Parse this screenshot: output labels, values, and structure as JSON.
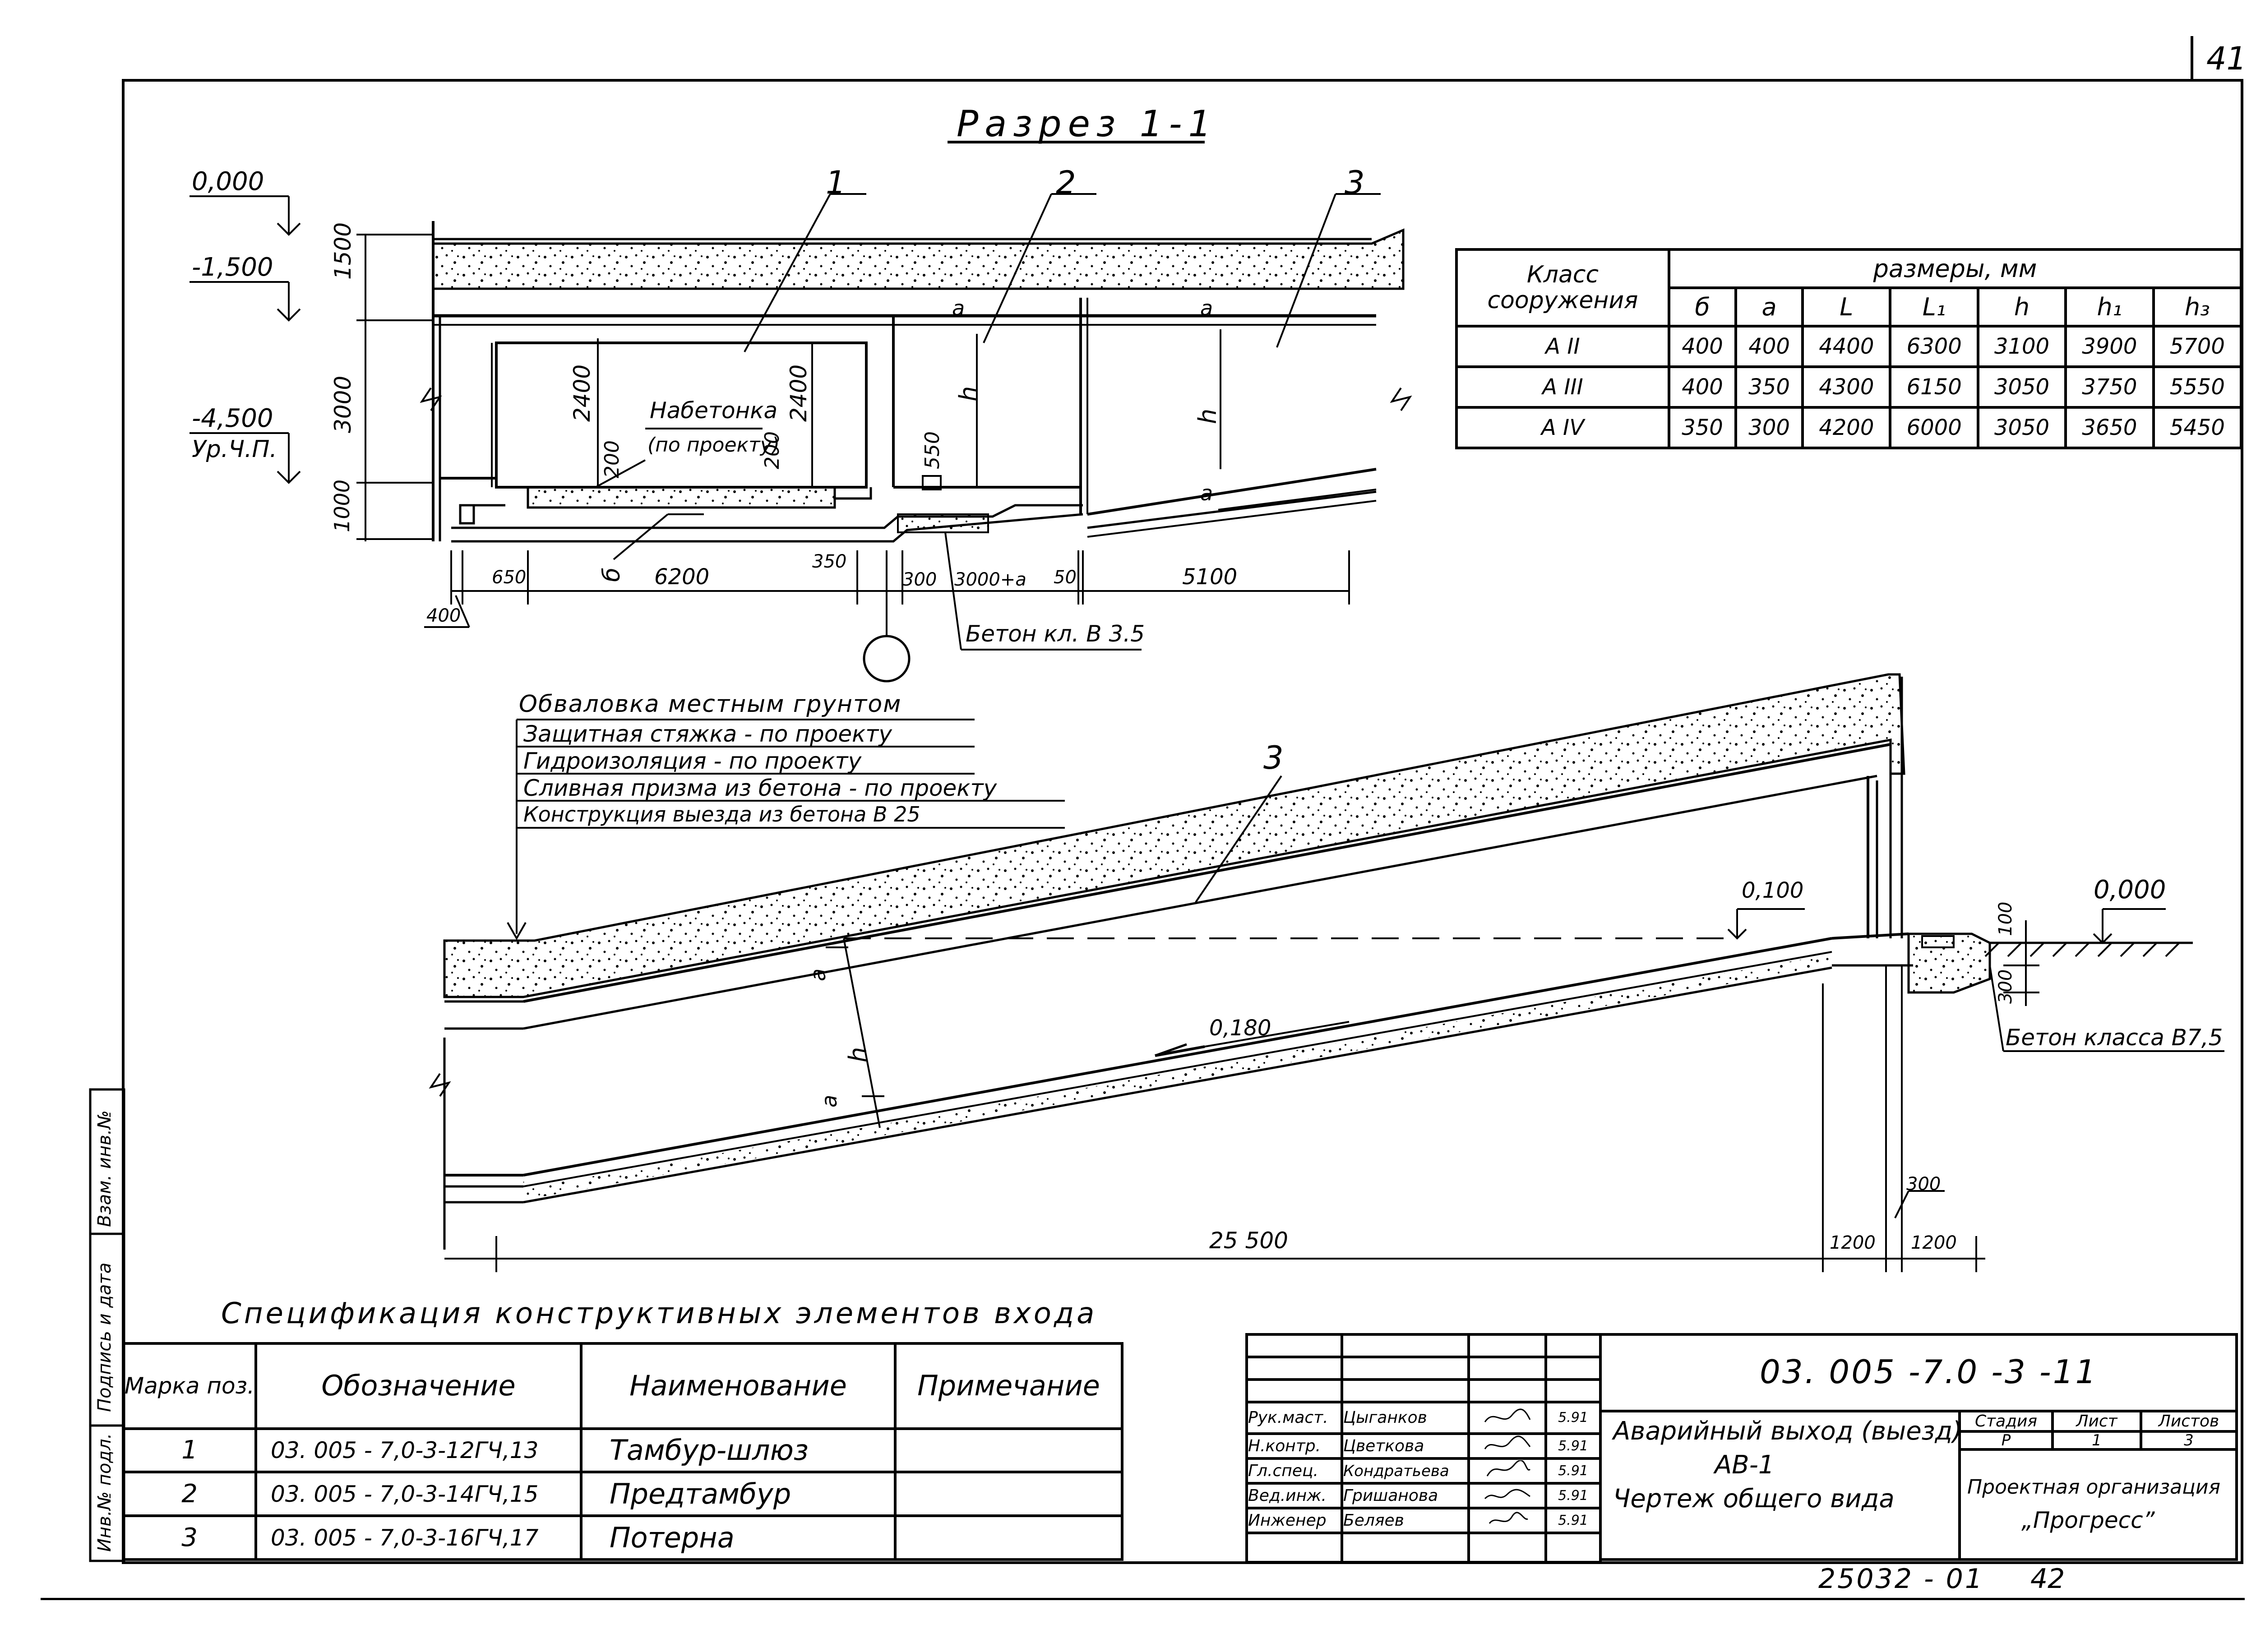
{
  "page_number": "41",
  "section_title": "Разрез 1-1",
  "top_section": {
    "levels": [
      "0,000",
      "-1,500",
      "-4,500",
      "Ур.Ч.П."
    ],
    "side_dims": [
      "1500",
      "3000",
      "1000"
    ],
    "inner_dims": [
      "2400",
      "200",
      "2400",
      "200",
      "550"
    ],
    "pos_markers": [
      "1",
      "2",
      "3"
    ],
    "letters": {
      "a": "a",
      "h": "h",
      "b": "б"
    },
    "nabetonka": [
      "Набетонка",
      "(по проекту)"
    ],
    "bottom_dims": [
      "400",
      "650",
      "6200",
      "350",
      "300",
      "3000+a",
      "50",
      "5100"
    ],
    "concrete_note": "Бетон кл. В 3.5"
  },
  "sizes_table": {
    "header_class": [
      "Класс",
      "сооружения"
    ],
    "header_group": "размеры, мм",
    "columns": [
      "б",
      "a",
      "L",
      "L₁",
      "h",
      "h₁",
      "h₃"
    ],
    "rows": [
      {
        "cls": "А II",
        "values": [
          "400",
          "400",
          "4400",
          "6300",
          "3100",
          "3900",
          "5700"
        ]
      },
      {
        "cls": "А III",
        "values": [
          "400",
          "350",
          "4300",
          "6150",
          "3050",
          "3750",
          "5550"
        ]
      },
      {
        "cls": "А IV",
        "values": [
          "350",
          "300",
          "4200",
          "6000",
          "3050",
          "3650",
          "5450"
        ]
      }
    ]
  },
  "layers": [
    "Обваловка местным грунтом",
    "Защитная стяжка - по проекту",
    "Гидроизоляция - по проекту",
    "Сливная призма из бетона - по проекту",
    "Конструкция выезда из бетона В 25"
  ],
  "ramp": {
    "pos": "3",
    "levels": [
      "0,100",
      "0,000"
    ],
    "slope": "0,180",
    "right_dims": [
      "100",
      "300"
    ],
    "concrete_note": "Бетон класса В7,5",
    "bottom_dims": [
      "25 500",
      "1200",
      "300",
      "1200"
    ],
    "letters": {
      "a": "a",
      "h": "h"
    }
  },
  "spec": {
    "title": "Спецификация конструктивных элементов входа",
    "headers": [
      "Марка поз.",
      "Обозначение",
      "Наименование",
      "Примечание"
    ],
    "rows": [
      {
        "mark": "1",
        "code": "03. 005 - 7,0-3-12ГЧ,13",
        "name": "Тамбур-шлюз",
        "note": ""
      },
      {
        "mark": "2",
        "code": "03. 005 - 7,0-3-14ГЧ,15",
        "name": "Предтамбур",
        "note": ""
      },
      {
        "mark": "3",
        "code": "03. 005 - 7,0-3-16ГЧ,17",
        "name": "Потерна",
        "note": ""
      }
    ]
  },
  "side_stamp": [
    "Инв.№ подл.",
    "Подпись и дата",
    "Взам. инв.№"
  ],
  "title_block": {
    "doc_code": "03. 005 -7.0 -3 -11",
    "staff": [
      {
        "role": "Рук.маст.",
        "name": "Цыганков",
        "date": "5.91"
      },
      {
        "role": "Н.контр.",
        "name": "Цветкова",
        "date": "5.91"
      },
      {
        "role": "Гл.спец.",
        "name": "Кондратьева",
        "date": "5.91"
      },
      {
        "role": "Вед.инж.",
        "name": "Гришанова",
        "date": "5.91"
      },
      {
        "role": "Инженер",
        "name": "Беляев",
        "date": "5.91"
      }
    ],
    "title_lines": [
      "Аварийный выход (выезд)",
      "АВ-1",
      "Чертеж общего вида"
    ],
    "stage_headers": [
      "Стадия",
      "Лист",
      "Листов"
    ],
    "stage_values": [
      "Р",
      "1",
      "3"
    ],
    "org": [
      "Проектная организация",
      "„Прогресс”"
    ]
  },
  "archive_number": "25032 - 01",
  "archive_page": "42"
}
